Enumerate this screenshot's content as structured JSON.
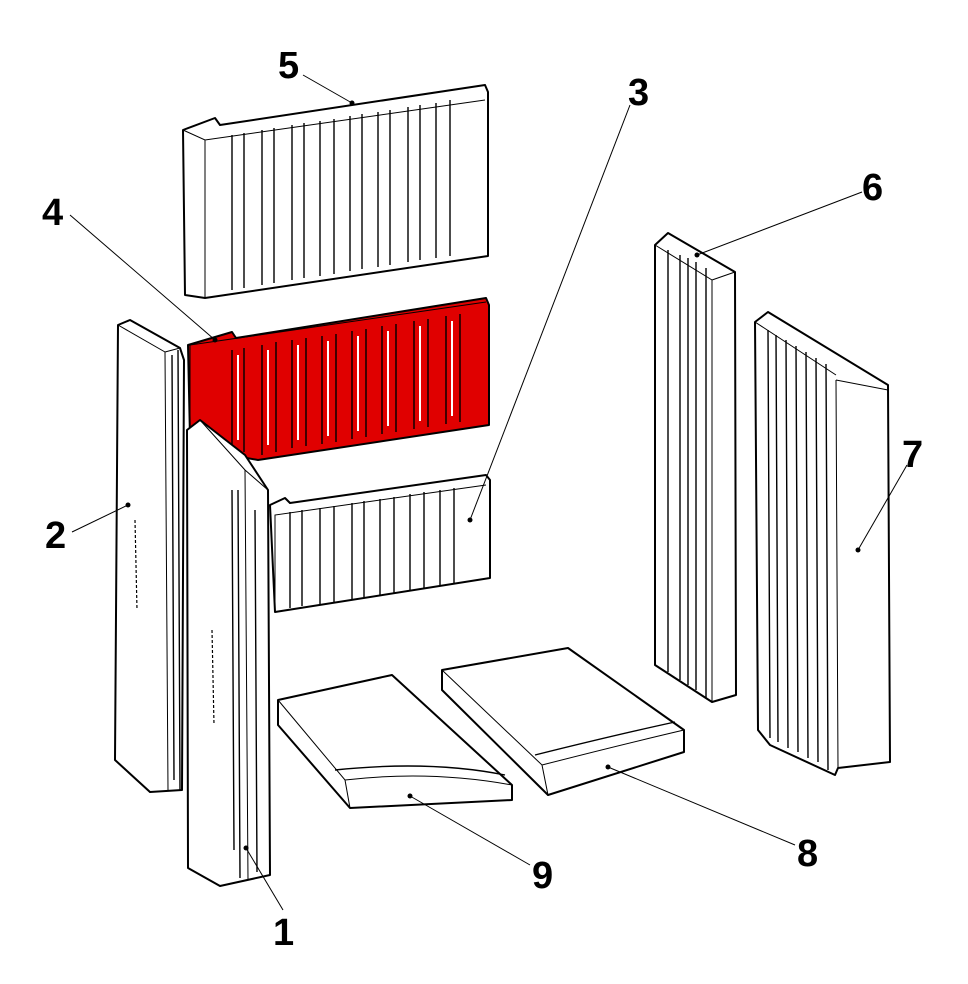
{
  "diagram": {
    "parts": [
      {
        "id": "part-1",
        "label": "1"
      },
      {
        "id": "part-2",
        "label": "2"
      },
      {
        "id": "part-3",
        "label": "3"
      },
      {
        "id": "part-4",
        "label": "4",
        "highlighted": true
      },
      {
        "id": "part-5",
        "label": "5"
      },
      {
        "id": "part-6",
        "label": "6"
      },
      {
        "id": "part-7",
        "label": "7"
      },
      {
        "id": "part-8",
        "label": "8"
      },
      {
        "id": "part-9",
        "label": "9"
      }
    ],
    "highlight_color": "#e00000"
  }
}
